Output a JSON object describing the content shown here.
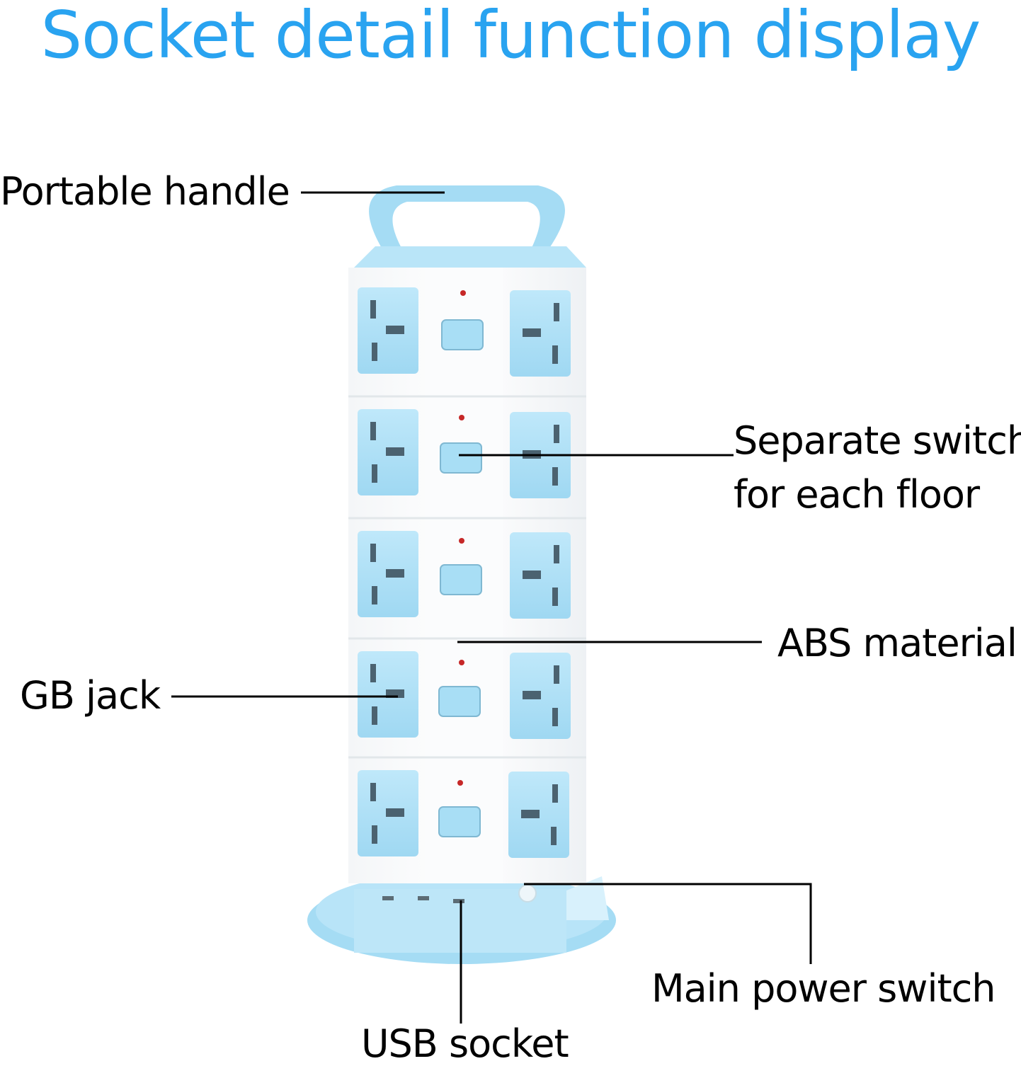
{
  "title": "Socket detail function display",
  "colors": {
    "title": "#29a3f0",
    "accent_blue": "#a8def5",
    "body_white": "#ffffff",
    "indicator_red": "#c62828"
  },
  "labels": {
    "portable_handle": "Portable handle",
    "separate_switch_line1": "Separate switch",
    "separate_switch_line2": "for each floor",
    "abs_material": "ABS material",
    "gb_jack": "GB jack",
    "main_power_switch": "Main power switch",
    "usb_socket": "USB socket"
  },
  "product": {
    "floors": 5,
    "sockets_per_floor_visible": 2,
    "icon": "tower-power-strip-icon"
  }
}
